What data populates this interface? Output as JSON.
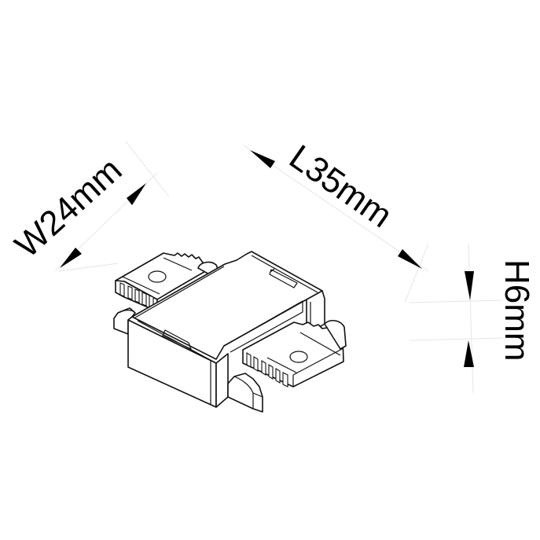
{
  "diagram": {
    "subject": "LED strip connector (isometric line drawing)",
    "dimensions": {
      "width": {
        "label": "W24mm",
        "value": 24,
        "unit": "mm"
      },
      "length": {
        "label": "L35mm",
        "value": 35,
        "unit": "mm"
      },
      "height": {
        "label": "H6mm",
        "value": 6,
        "unit": "mm"
      }
    },
    "colors": {
      "line": "#111111",
      "arrow": "#000000",
      "extension_line": "#e6e6e6",
      "background": "#ffffff"
    }
  }
}
